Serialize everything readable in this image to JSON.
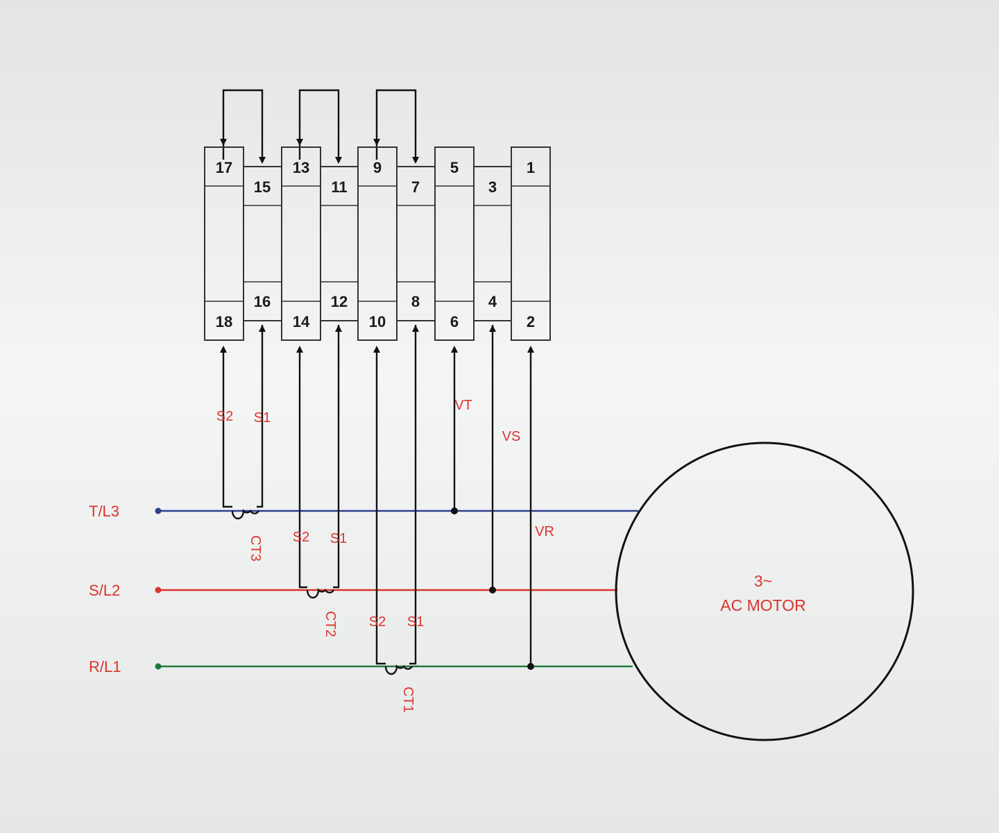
{
  "terminals": {
    "t17": "17",
    "t15": "15",
    "t13": "13",
    "t11": "11",
    "t9": "9",
    "t7": "7",
    "t5": "5",
    "t3": "3",
    "t1": "1",
    "t16": "16",
    "t12": "12",
    "t8": "8",
    "t4": "4",
    "t18": "18",
    "t14": "14",
    "t10": "10",
    "t6": "6",
    "t2": "2"
  },
  "ct3": {
    "s2": "S2",
    "s1": "S1",
    "name": "CT3"
  },
  "ct2": {
    "s2": "S2",
    "s1": "S1",
    "name": "CT2"
  },
  "ct1": {
    "s2": "S2",
    "s1": "S1",
    "name": "CT1"
  },
  "voltage_taps": {
    "vt": "VT",
    "vs": "VS",
    "vr": "VR"
  },
  "lines": {
    "t": "T/L3",
    "s": "S/L2",
    "r": "R/L1"
  },
  "motor": {
    "line1": "3~",
    "line2": "AC MOTOR"
  },
  "colors": {
    "t_line": "#2e3f8f",
    "s_line": "#d8352c",
    "r_line": "#1f7a3c",
    "label": "#d8352c"
  }
}
